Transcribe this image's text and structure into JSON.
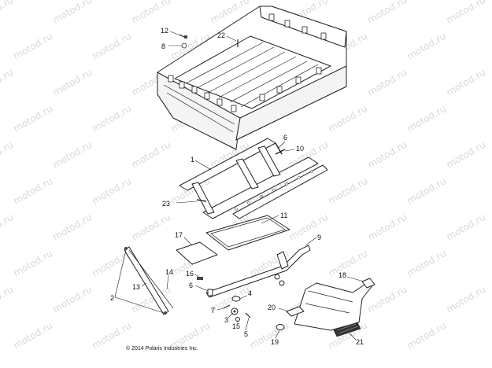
{
  "watermark": "motod.ru",
  "copyright": "© 2014 Polaris Industries Inc.",
  "callouts": [
    {
      "id": "c12",
      "text": "12"
    },
    {
      "id": "c8",
      "text": "8"
    },
    {
      "id": "c22",
      "text": "22"
    },
    {
      "id": "c6a",
      "text": "6"
    },
    {
      "id": "c10",
      "text": "10"
    },
    {
      "id": "c1",
      "text": "1"
    },
    {
      "id": "c23",
      "text": "23"
    },
    {
      "id": "c11",
      "text": "11"
    },
    {
      "id": "c17",
      "text": "17"
    },
    {
      "id": "c9",
      "text": "9"
    },
    {
      "id": "c14",
      "text": "14"
    },
    {
      "id": "c13",
      "text": "13"
    },
    {
      "id": "c16",
      "text": "16"
    },
    {
      "id": "c6b",
      "text": "6"
    },
    {
      "id": "c18",
      "text": "18"
    },
    {
      "id": "c2",
      "text": "2"
    },
    {
      "id": "c4",
      "text": "4"
    },
    {
      "id": "c7",
      "text": "7"
    },
    {
      "id": "c20",
      "text": "20"
    },
    {
      "id": "c3",
      "text": "3"
    },
    {
      "id": "c15",
      "text": "15"
    },
    {
      "id": "c5",
      "text": "5"
    },
    {
      "id": "c19",
      "text": "19"
    },
    {
      "id": "c21",
      "text": "21"
    }
  ]
}
